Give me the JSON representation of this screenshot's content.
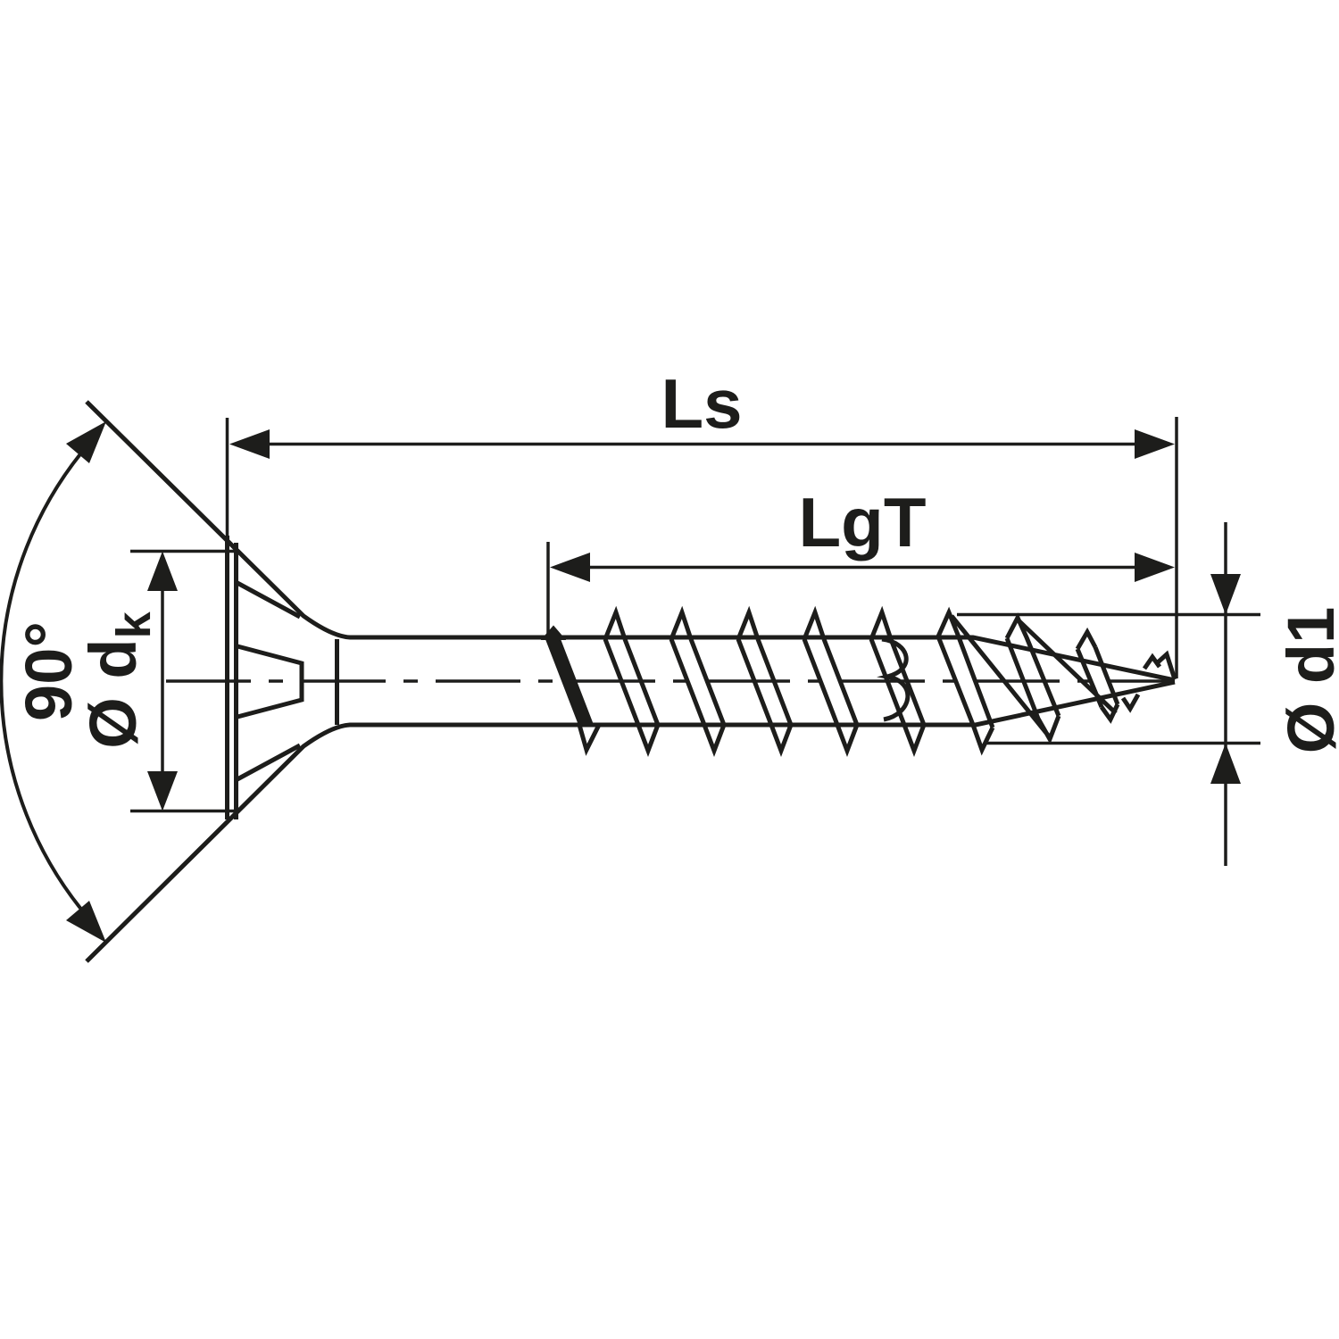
{
  "drawing": {
    "labels": {
      "total_length": "Ls",
      "thread_length": "LgT",
      "head_angle": "90°",
      "head_diameter_prefix": "Ø d",
      "head_diameter_subscript": "k",
      "thread_diameter": "Ø d1"
    },
    "colors": {
      "ink": "#1d1d1b",
      "background": "#ffffff"
    }
  }
}
